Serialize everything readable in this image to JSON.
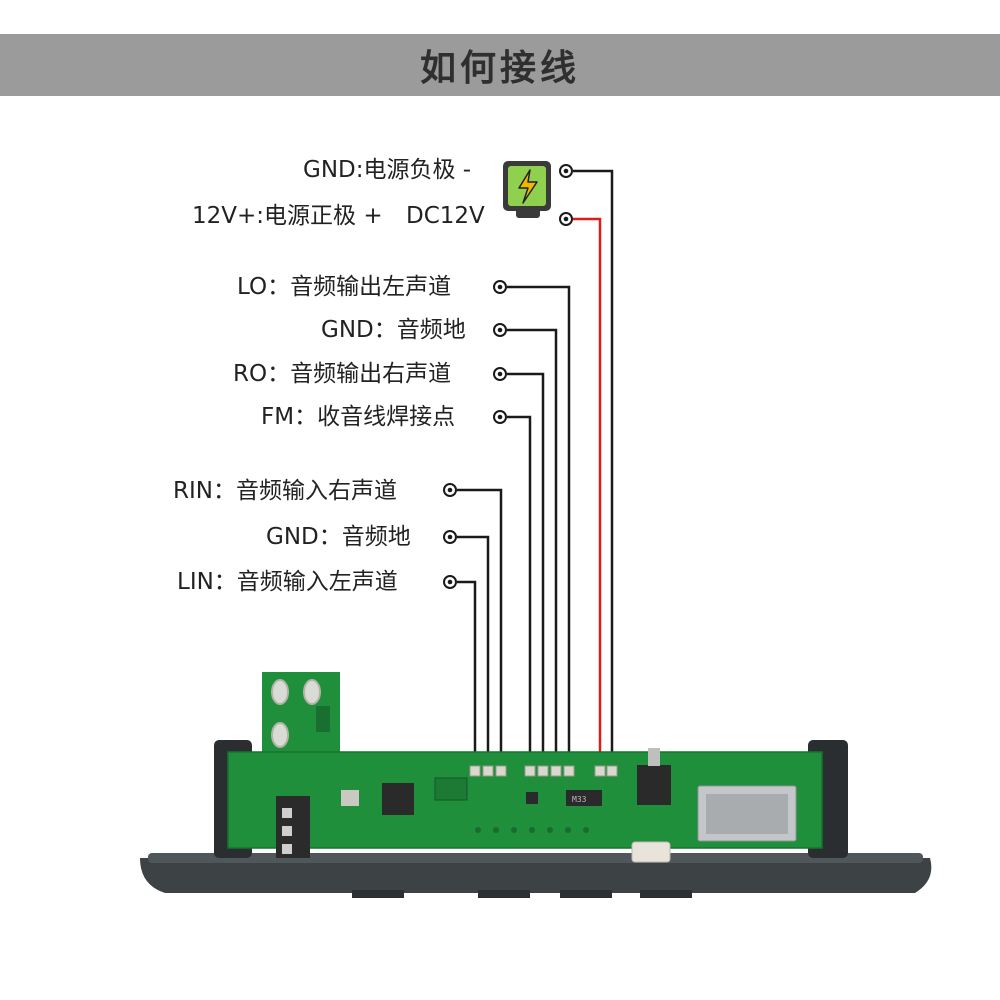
{
  "header": {
    "title": "如何接线"
  },
  "power": {
    "gnd_label": "GND:电源负极 -",
    "vcc_label": "12V+:电源正极 +",
    "supply_label": "DC12V",
    "icon": "power-supply-icon",
    "positive_wire_color": "#e01b1b",
    "wire_color": "#1a1a1a"
  },
  "audio_out": [
    {
      "label": "LO：音频输出左声道"
    },
    {
      "label": "GND：音频地"
    },
    {
      "label": "RO：音频输出右声道"
    },
    {
      "label": "FM：收音线焊接点"
    }
  ],
  "audio_in": [
    {
      "label": "RIN：音频输入右声道"
    },
    {
      "label": "GND：音频地"
    },
    {
      "label": "LIN：音频输入左声道"
    }
  ],
  "board": {
    "pcb_color": "#1f8f3c",
    "chip_marking": "M33"
  }
}
